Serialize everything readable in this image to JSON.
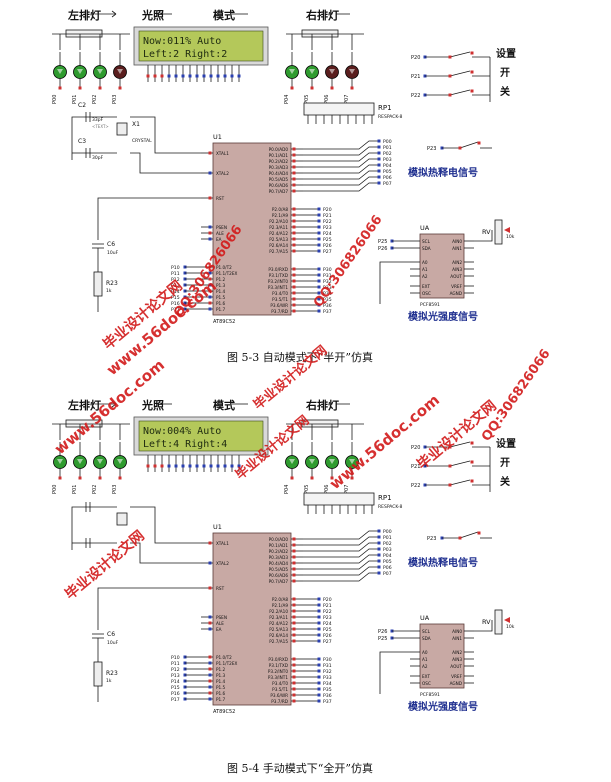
{
  "colors": {
    "wire": "#1a1a1a",
    "lcd_bg": "#b4c85a",
    "lcd_text": "#1e2a10",
    "chip": "#c8a9a4",
    "led_on": "#2f9b2f",
    "led_off": "#5a1e1e",
    "watermark": "#d21a1a",
    "pin_red": "#d03030",
    "pin_blue": "#2a3fb0",
    "label_blue": "#203090"
  },
  "figures": [
    {
      "section_labels": {
        "left_leds": "左排灯",
        "light": "光照",
        "mode": "模式",
        "right_leds": "右排灯",
        "settings": [
          "设置",
          "开",
          "关"
        ],
        "thermal": "模拟热释电信号",
        "light_signal": "模拟光强度信号"
      },
      "lcd": {
        "line1": "Now:011%   Auto",
        "line2": "Left:2  Right:2"
      },
      "left_leds": {
        "labels": [
          "P00",
          "P01",
          "P02",
          "P03"
        ],
        "on": [
          true,
          true,
          true,
          false
        ]
      },
      "right_leds": {
        "labels": [
          "P04",
          "P05",
          "P06",
          "P07"
        ],
        "on": [
          true,
          true,
          false,
          false
        ]
      },
      "chip": {
        "ref": "U1",
        "part": "AT89C52",
        "left_pins": [
          "XTAL1",
          "XTAL2",
          "RST",
          "PSEN",
          "ALE",
          "EA",
          "P1.0/T2",
          "P1.1/T2EX",
          "P1.2",
          "P1.3",
          "P1.4",
          "P1.5",
          "P1.6",
          "P1.7"
        ],
        "right_pins": [
          "P0.0/AD0",
          "P0.1/AD1",
          "P0.2/AD2",
          "P0.3/AD3",
          "P0.4/AD4",
          "P0.5/AD5",
          "P0.6/AD6",
          "P0.7/AD7",
          "P2.0/A8",
          "P2.1/A9",
          "P2.2/A10",
          "P2.3/A11",
          "P2.4/A12",
          "P2.5/A13",
          "P2.6/A14",
          "P2.7/A15",
          "P3.0/RXD",
          "P3.1/TXD",
          "P3.2/INT0",
          "P3.3/INT1",
          "P3.4/T0",
          "P3.5/T1",
          "P3.6/WR",
          "P3.7/RD"
        ],
        "left_nets": [
          "P10",
          "P11",
          "P12",
          "P13",
          "P14",
          "P15",
          "P16",
          "P17"
        ],
        "right_nets": [
          "P00",
          "P01",
          "P02",
          "P03",
          "P04",
          "P05",
          "P06",
          "P07",
          "P20",
          "P21",
          "P22",
          "P23",
          "P24",
          "P25",
          "P26",
          "P27",
          "P30",
          "P31",
          "P32",
          "P33",
          "P34",
          "P35",
          "P36",
          "P37"
        ]
      },
      "components": {
        "c2": "C2",
        "c2_val": "33pF",
        "c3": "C3",
        "c3_val": "30pF",
        "x1": "X1",
        "x1_type": "CRYSTAL",
        "c6": "C6",
        "c6_val": "10uF",
        "r23": "R23",
        "r23_val": "1k",
        "rp1": "RP1",
        "rp1_part": "RESPACK-8",
        "text_tag": "<TEXT>"
      },
      "switch_nets": [
        "P20",
        "P21",
        "P22"
      ],
      "thermal_net": "P23",
      "adc": {
        "ref": "UA",
        "part": "PCF8591",
        "left_pins": [
          "SCL",
          "SDA",
          "A0",
          "A1",
          "A2",
          "EXT",
          "OSC"
        ],
        "right_pins": [
          "AIN0",
          "AIN1",
          "AIN2",
          "AIN3",
          "AOUT",
          "VREF",
          "AGND"
        ],
        "nets": [
          "P25",
          "P26"
        ],
        "pot": "RV",
        "pot_val": "10k"
      },
      "caption": "图 5-3 自动模式下“半开”仿真"
    },
    {
      "section_labels": {
        "left_leds": "左排灯",
        "light": "光照",
        "mode": "模式",
        "right_leds": "右排灯",
        "settings": [
          "设置",
          "开",
          "关"
        ],
        "thermal": "模拟热释电信号",
        "light_signal": "模拟光强度信号"
      },
      "lcd": {
        "line1": "Now:004%   Auto",
        "line2": "Left:4  Right:4"
      },
      "left_leds": {
        "labels": [
          "P00",
          "P01",
          "P02",
          "P03"
        ],
        "on": [
          true,
          true,
          true,
          true
        ]
      },
      "right_leds": {
        "labels": [
          "P04",
          "P05",
          "P06",
          "P07"
        ],
        "on": [
          true,
          true,
          true,
          true
        ]
      },
      "chip": {
        "ref": "U1",
        "part": "AT89C52"
      },
      "components": {
        "c6": "C6",
        "c6_val": "10uF",
        "r23": "R23",
        "r23_val": "1k",
        "rp1": "RP1",
        "rp1_part": "RESPACK-8"
      },
      "switch_nets": [
        "P20",
        "P21",
        "P22"
      ],
      "thermal_net": "P23",
      "adc": {
        "ref": "UA",
        "part": "PCF8591",
        "nets": [
          "P26",
          "P25"
        ],
        "pot": "RV",
        "pot_val": "10k"
      },
      "caption": "图 5-4 手动模式下“全开”仿真"
    }
  ],
  "watermarks": {
    "site": "www.56doc.com",
    "brand": "毕业设计论文网",
    "qq": "QQ:306826066"
  }
}
